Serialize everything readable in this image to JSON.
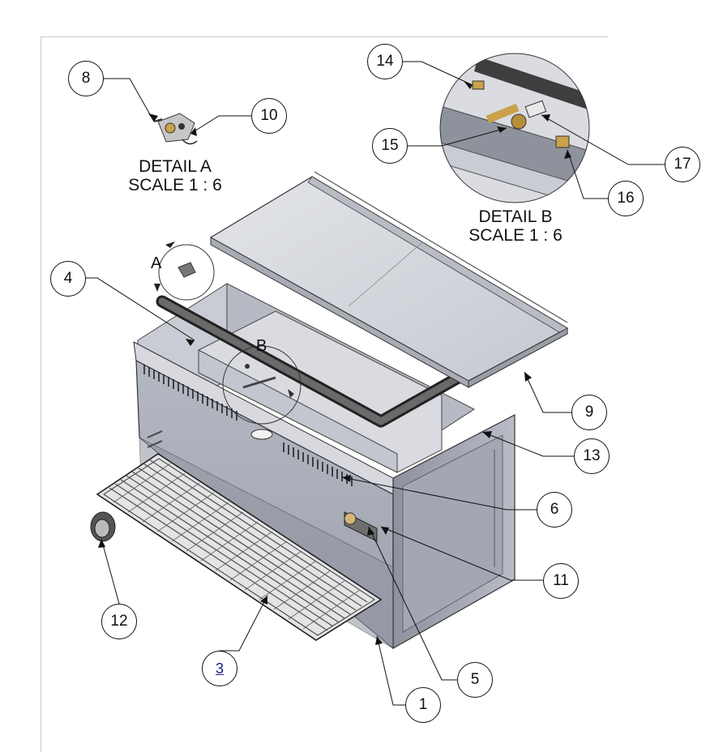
{
  "details": {
    "a": {
      "title": "DETAIL A",
      "scale": "SCALE 1 : 6"
    },
    "b": {
      "title": "DETAIL B",
      "scale": "SCALE 1 : 6"
    }
  },
  "view_markers": {
    "a": "A",
    "b": "B"
  },
  "balloons": {
    "n1": "1",
    "n3": "3",
    "n4": "4",
    "n5": "5",
    "n6": "6",
    "n8": "8",
    "n9": "9",
    "n10": "10",
    "n11": "11",
    "n12": "12",
    "n13": "13",
    "n14": "14",
    "n15": "15",
    "n16": "16",
    "n17": "17"
  },
  "part_link": "3"
}
